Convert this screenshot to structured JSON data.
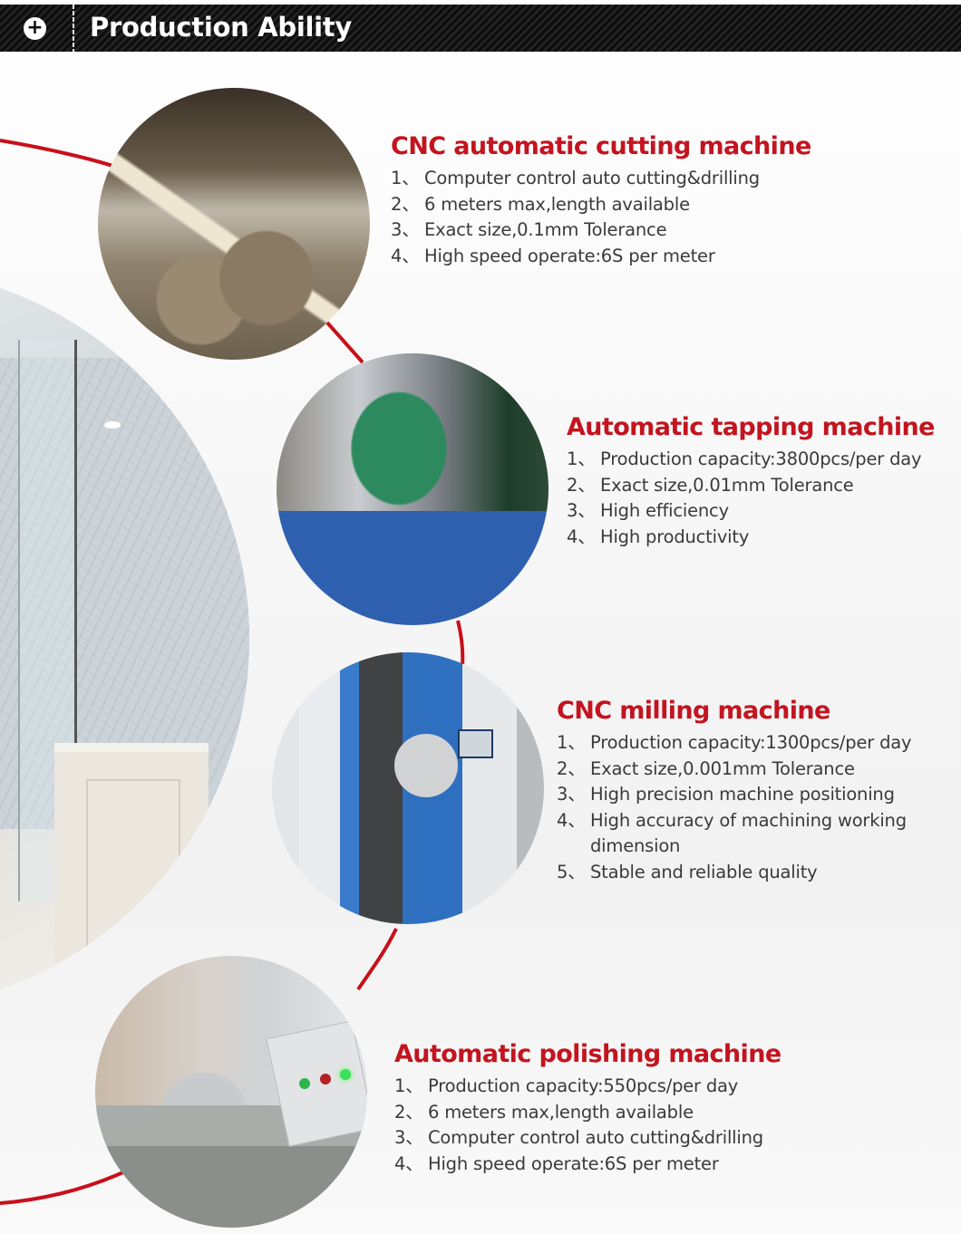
{
  "header": {
    "icon": "plus-circle-icon",
    "title": "Production Ability"
  },
  "colors": {
    "accent_red": "#c3141f",
    "header_bg": "#121212",
    "body_text": "#3a3a3a"
  },
  "machines": [
    {
      "title": "CNC automatic cutting machine",
      "image": "cnc-cutting-photo",
      "features": [
        {
          "num": "1、",
          "text": "Computer control auto cutting&drilling"
        },
        {
          "num": "2、",
          "text": "6 meters max,length available"
        },
        {
          "num": "3、",
          "text": "Exact size,0.1mm Tolerance"
        },
        {
          "num": "4、",
          "text": "High speed operate:6S per meter"
        }
      ]
    },
    {
      "title": "Automatic tapping machine",
      "image": "tapping-machine-photo",
      "features": [
        {
          "num": "1、",
          "text": "Production capacity:3800pcs/per day"
        },
        {
          "num": "2、",
          "text": "Exact size,0.01mm Tolerance"
        },
        {
          "num": "3、",
          "text": "High efficiency"
        },
        {
          "num": "4、",
          "text": "High productivity"
        }
      ]
    },
    {
      "title": "CNC milling machine",
      "image": "cnc-milling-photo",
      "features": [
        {
          "num": "1、",
          "text": "Production capacity:1300pcs/per day"
        },
        {
          "num": "2、",
          "text": "Exact size,0.001mm Tolerance"
        },
        {
          "num": "3、",
          "text": "High precision machine positioning"
        },
        {
          "num": "4、",
          "text": "High accuracy of machining working dimension"
        },
        {
          "num": "5、",
          "text": "Stable and reliable quality"
        }
      ]
    },
    {
      "title": "Automatic polishing machine",
      "image": "polishing-machine-photo",
      "features": [
        {
          "num": "1、",
          "text": "Production capacity:550pcs/per day"
        },
        {
          "num": "2、",
          "text": "6 meters max,length available"
        },
        {
          "num": "3、",
          "text": "Computer control auto cutting&drilling"
        },
        {
          "num": "4、",
          "text": "High speed operate:6S per meter"
        }
      ]
    }
  ]
}
